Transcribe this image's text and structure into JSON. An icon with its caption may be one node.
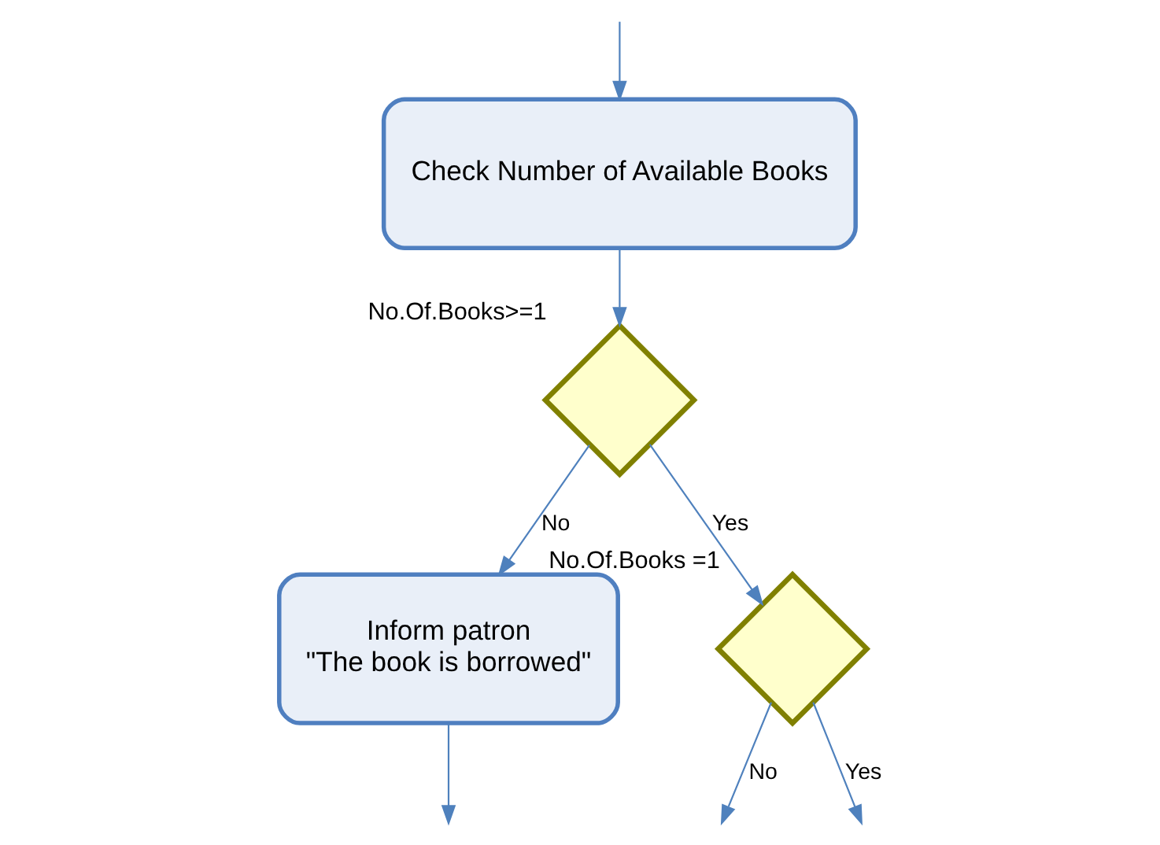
{
  "diagram": {
    "nodes": [
      {
        "text": [
          "Check Number of Available Books"
        ]
      },
      {
        "text": [],
        "shape": "diamond",
        "beside": [
          "No.Of.Books>=1"
        ]
      },
      {
        "text": [
          "Inform patron",
          "\"The book is borrowed\""
        ]
      },
      {
        "text": [],
        "shape": "diamond",
        "beside": [
          "No.Of.Books =1"
        ]
      }
    ],
    "edges": [
      {
        "from": null,
        "to": 0,
        "arrow": "to"
      },
      {
        "from": 0,
        "to": 1,
        "arrow": "to"
      },
      {
        "from": 1,
        "to": 2,
        "label": "No",
        "arrow": "to"
      },
      {
        "from": 1,
        "to": 3,
        "label": "Yes",
        "arrow": "to"
      },
      {
        "from": 2,
        "to": null,
        "arrow": "to"
      },
      {
        "from": 3,
        "to": null,
        "label": "No",
        "arrow": "to"
      },
      {
        "from": 3,
        "to": null,
        "label": "Yes",
        "arrow": "to"
      }
    ]
  }
}
